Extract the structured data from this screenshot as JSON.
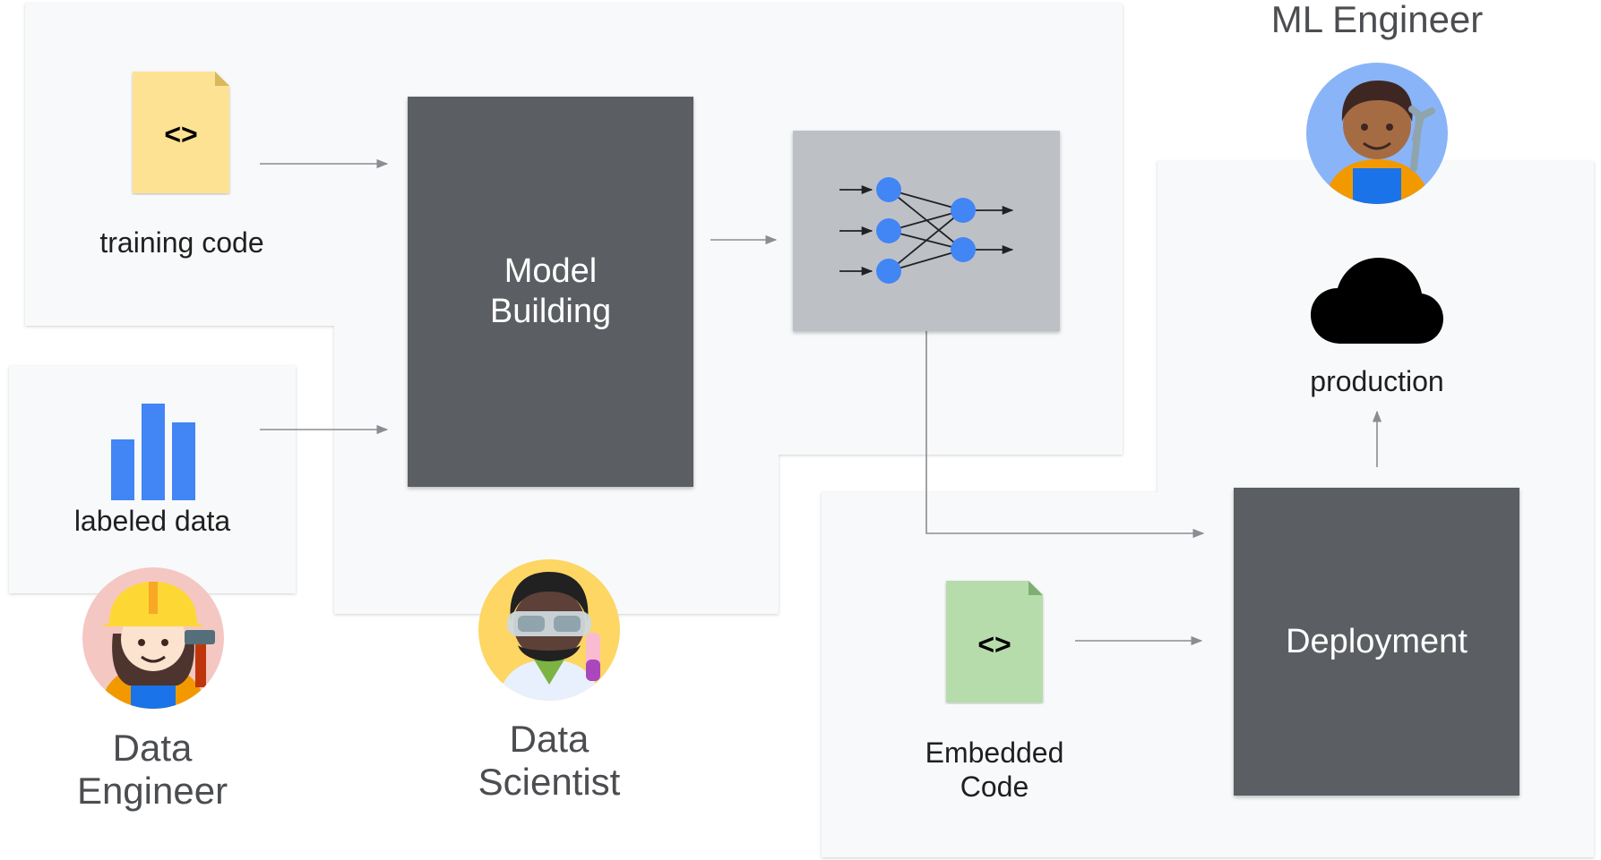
{
  "panels": {
    "background": "#f8f9fa"
  },
  "nodes": {
    "training_code": {
      "label": "training code",
      "icon": "code-file-icon",
      "icon_text": "<>",
      "color": "#fde293"
    },
    "labeled_data": {
      "label": "labeled data",
      "icon": "bar-chart-icon",
      "color": "#4285f4"
    },
    "model_building": {
      "line1": "Model",
      "line2": "Building",
      "color": "#5f6368"
    },
    "model": {
      "icon": "neural-network-icon",
      "color": "#bdc1c6",
      "node_color": "#4285f4"
    },
    "embedded_code": {
      "line1": "Embedded",
      "line2": "Code",
      "icon": "code-file-icon",
      "icon_text": "<>",
      "color": "#b7dcab"
    },
    "deployment": {
      "label": "Deployment",
      "color": "#5f6368"
    },
    "production": {
      "label": "production",
      "icon": "cloud-icon"
    }
  },
  "roles": {
    "data_engineer": {
      "line1": "Data",
      "line2": "Engineer",
      "avatar": "construction-worker-woman-avatar",
      "bg": "#f4c7c3"
    },
    "data_scientist": {
      "line1": "Data",
      "line2": "Scientist",
      "avatar": "scientist-man-avatar",
      "bg": "#fdd663"
    },
    "ml_engineer": {
      "label": "ML Engineer",
      "avatar": "mechanic-man-avatar",
      "bg": "#8ab4f8"
    }
  }
}
